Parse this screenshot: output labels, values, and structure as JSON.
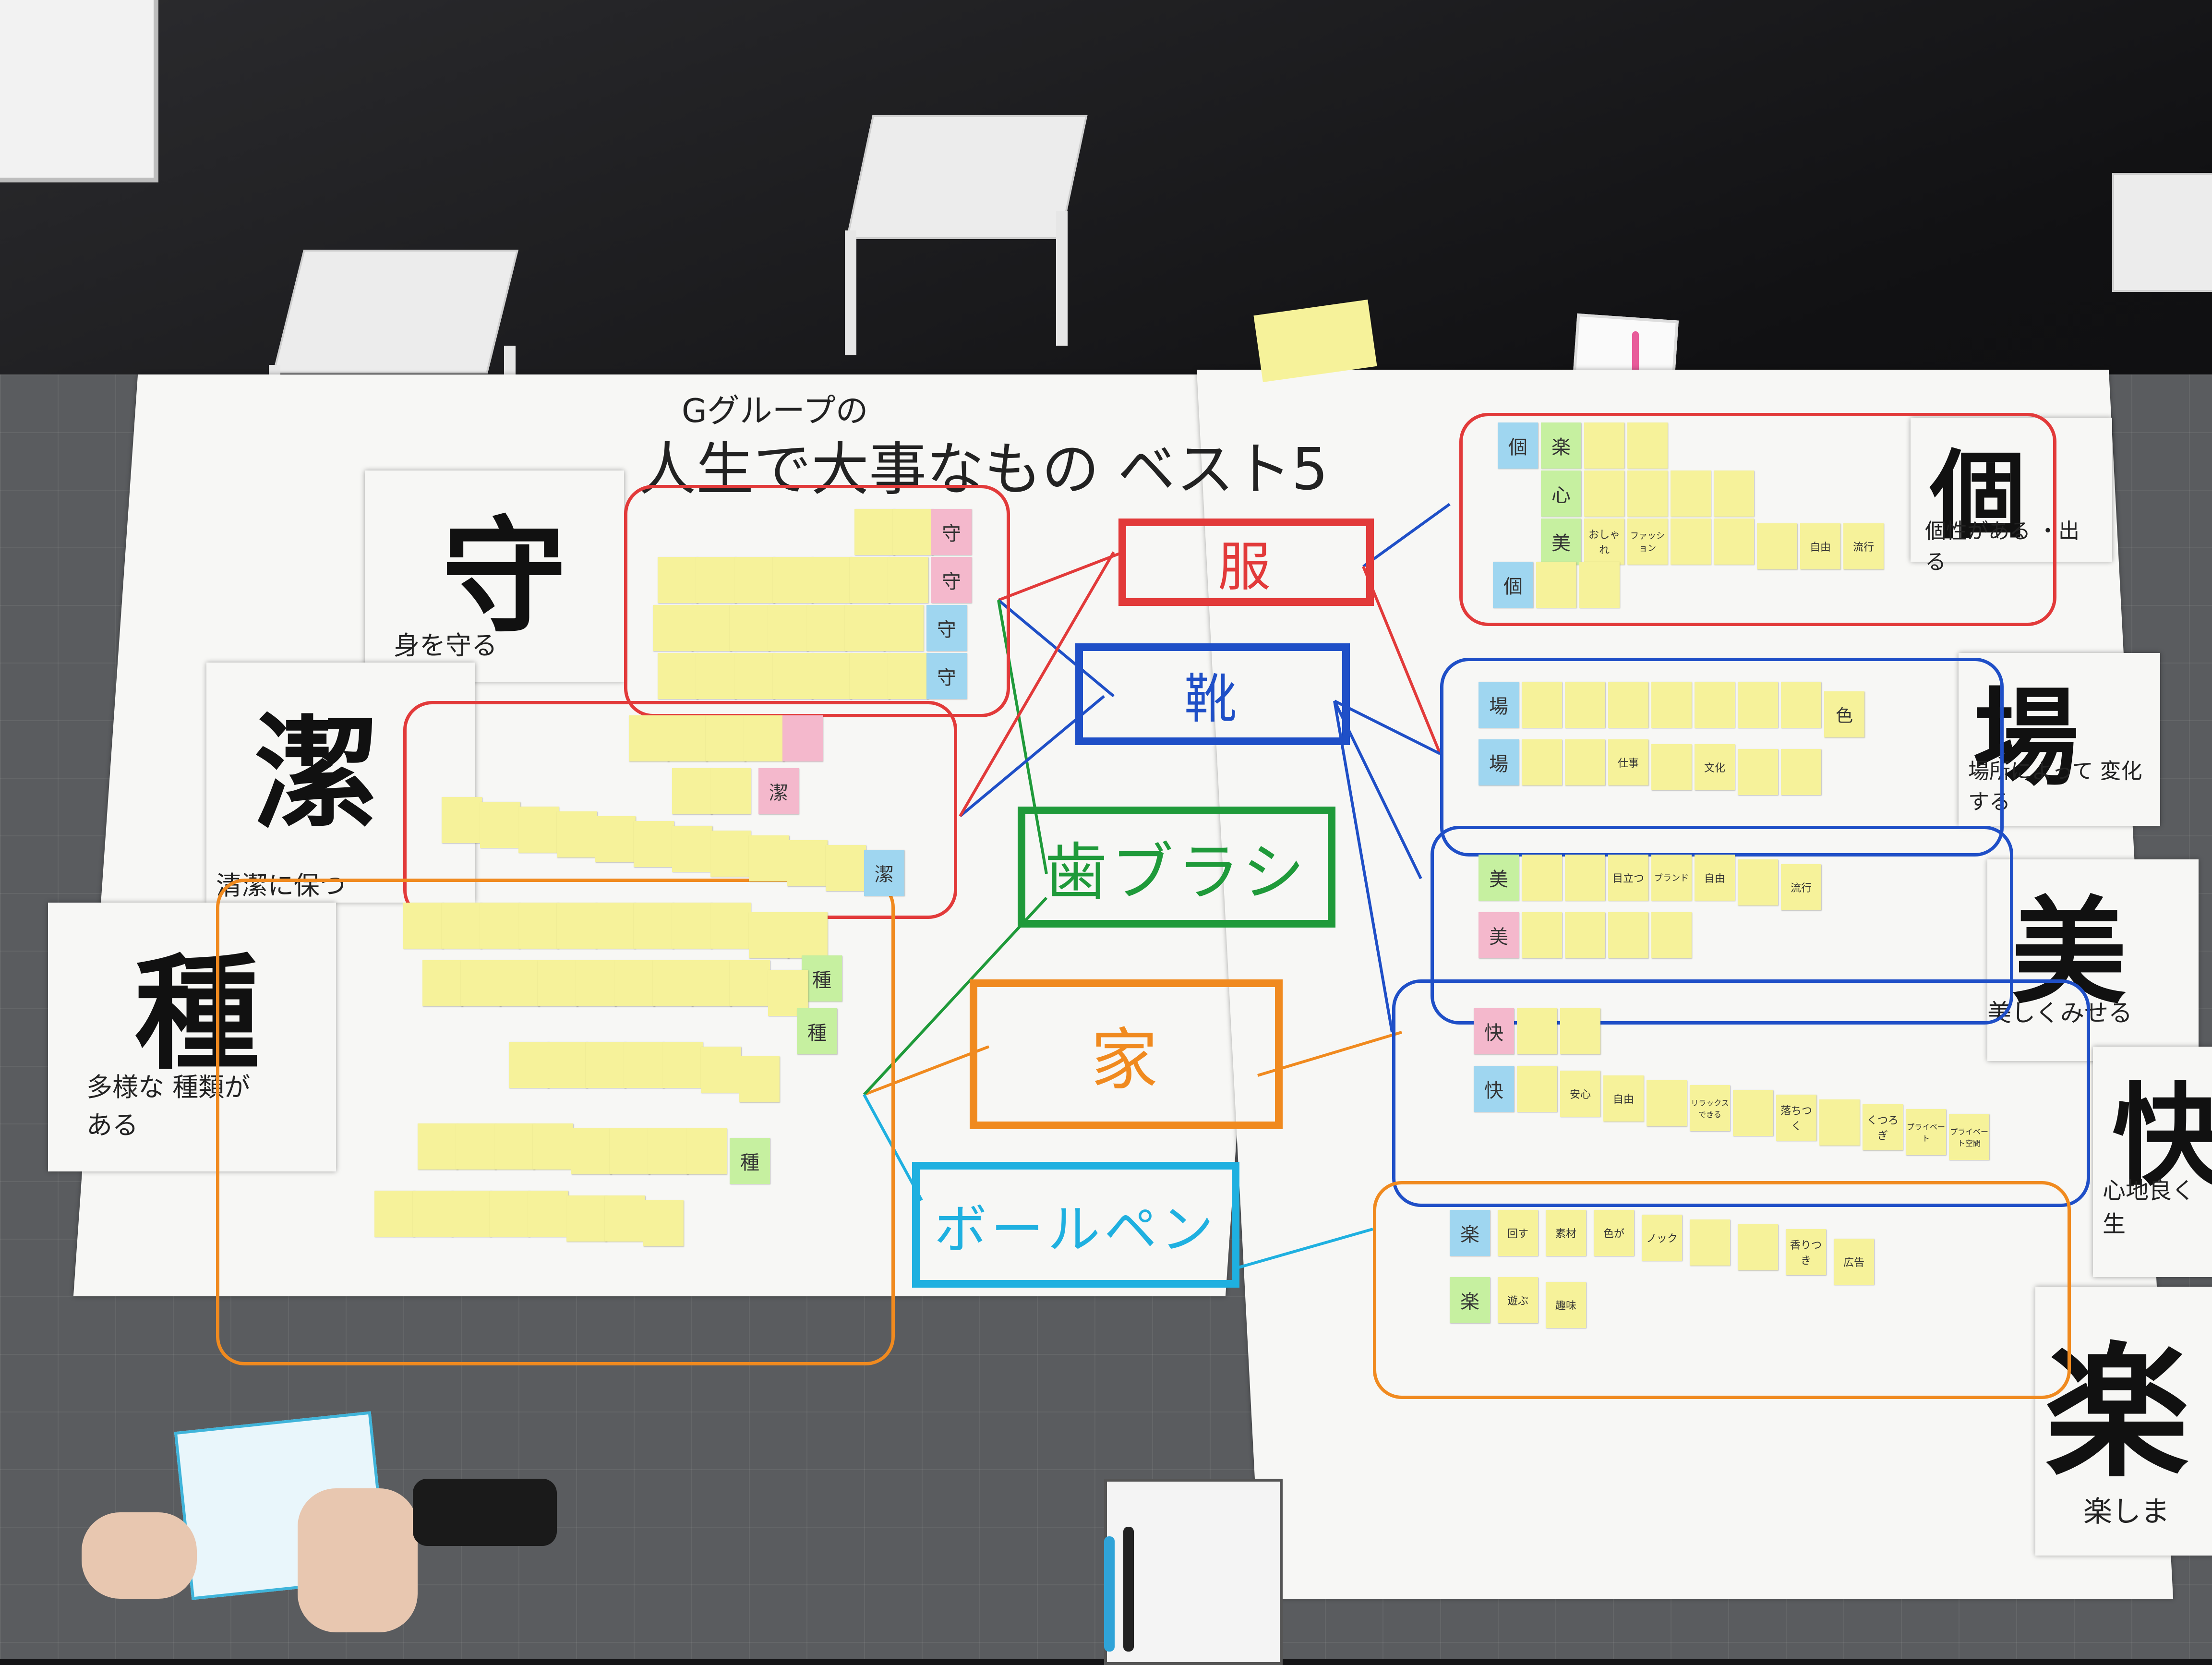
{
  "poster": {
    "subtitle": "Gグループの",
    "title": "人生で大事なもの ベスト5"
  },
  "nodes": [
    {
      "label": "服",
      "color": "#e23a3a"
    },
    {
      "label": "靴",
      "color": "#1f4fc7"
    },
    {
      "label": "歯ブラシ",
      "color": "#1f9a3a"
    },
    {
      "label": "家",
      "color": "#f08a1f"
    },
    {
      "label": "ボールペン",
      "color": "#1fb0e0"
    }
  ],
  "left_categories": [
    {
      "kanji": "守",
      "caption": "身を守る"
    },
    {
      "kanji": "潔",
      "caption": "清潔に保つ"
    },
    {
      "kanji": "種",
      "caption": "多様な 種類がある"
    }
  ],
  "right_categories": [
    {
      "kanji": "個",
      "caption": "個性がある ・出る"
    },
    {
      "kanji": "場",
      "caption": "場所によって 変化する"
    },
    {
      "kanji": "美",
      "caption": "美しくみせる"
    },
    {
      "kanji": "快",
      "caption": "心地良く 生"
    },
    {
      "kanji": "楽",
      "caption": "楽しま"
    }
  ],
  "notes": {
    "mamoru": [
      "守",
      "守",
      "守",
      "守"
    ],
    "ketsu": [
      "潔",
      "潔"
    ],
    "shu": [
      "種",
      "種",
      "種"
    ],
    "ko": [
      "個",
      "個",
      "楽",
      "心",
      "美",
      "おしゃれ",
      "ファッション",
      "自由",
      "流行"
    ],
    "ba": [
      "場",
      "場",
      "仕事",
      "文化",
      "色"
    ],
    "bi": [
      "美",
      "美",
      "目立つ",
      "ブランド",
      "自由",
      "流行"
    ],
    "kai": [
      "快",
      "快",
      "安心",
      "自由",
      "リラックスできる",
      "落ちつく",
      "くつろぎ",
      "プライベート",
      "プライベート空間"
    ],
    "raku": [
      "楽",
      "楽",
      "回す",
      "素材",
      "色が",
      "ノック",
      "遊ぶ",
      "趣味",
      "広告",
      "香りつき"
    ]
  },
  "colors": {
    "red": "#e23a3a",
    "blue": "#1f4fc7",
    "green": "#1f9a3a",
    "orange": "#f08a1f",
    "cyan": "#1fb0e0"
  }
}
